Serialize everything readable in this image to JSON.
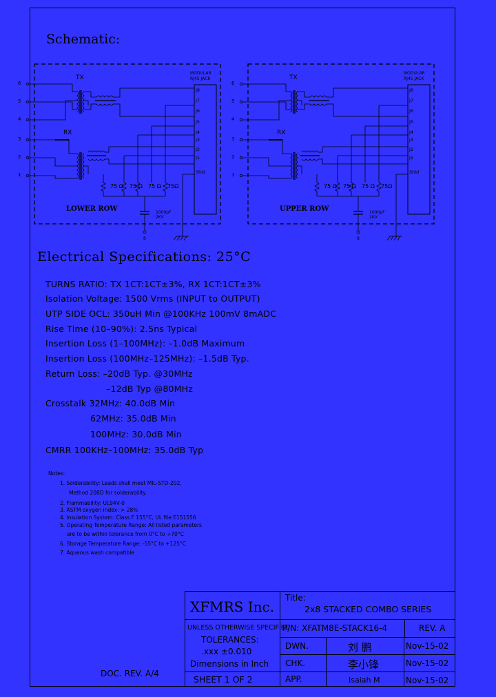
{
  "schematic_title": "Schematic:",
  "circuits": [
    {
      "tx_label": "TX",
      "rx_label": "RX",
      "jack_label_1": "MODULAR",
      "jack_label_2": "RJ45 JACK",
      "pins_left": [
        "6",
        "5",
        "4",
        "3",
        "2",
        "1"
      ],
      "jack_pins": [
        "J8",
        "J7",
        "J6",
        "J5",
        "J4",
        "J3",
        "J2",
        "J1",
        "Shld"
      ],
      "resistors": [
        "75 Ω",
        "75 Ω",
        "75 Ω",
        "75Ω"
      ],
      "cap_1": "1000pF",
      "cap_2": "2KV",
      "ground_pin": "8",
      "row_label": "LOWER ROW"
    },
    {
      "tx_label": "TX",
      "rx_label": "RX",
      "jack_label_1": "MODULAR",
      "jack_label_2": "RJ45 JACK",
      "pins_left": [
        "6",
        "5",
        "4",
        "3",
        "2",
        "1"
      ],
      "jack_pins": [
        "J8",
        "J7",
        "J6",
        "J5",
        "J4",
        "J3",
        "J2",
        "J1",
        "Shld"
      ],
      "resistors": [
        "75 Ω",
        "75 Ω",
        "75 Ω",
        "75Ω"
      ],
      "cap_1": "1000pF",
      "cap_2": "2KV",
      "ground_pin": "8",
      "row_label": "UPPER ROW"
    }
  ],
  "elec_title": "Electrical Specifications: 25°C",
  "specs": [
    "TURNS RATIO: TX 1CT:1CT±3%, RX 1CT:1CT±3%",
    "Isolation Voltage:  1500 Vrms (INPUT to OUTPUT)",
    "UTP SIDE OCL: 350uH Min @100KHz 100mV 8mADC",
    "Rise Time (10–90%): 2.5ns Typical",
    "Insertion Loss (1–100MHz): –1.0dB Maximum",
    "Insertion Loss (100MHz–125MHz): –1.5dB Typ.",
    "Return Loss: –20dB Typ. @30MHz",
    "–12dB Typ @80MHz",
    "Crosstalk 32MHz: 40.0dB Min",
    "62MHz: 35.0dB Min",
    "100MHz: 30.0dB Min",
    "CMRR 100KHz–100MHz: 35.0dB Typ"
  ],
  "notes_title": "Notes:",
  "notes": [
    "1.  Solderability: Leads shall meet MIL-STD-202,",
    "Method 208D for solderability.",
    "2.  Flammability: UL94V-0",
    "3.  ASTM oxygen index: > 28%",
    "4.  Insulation System: Class F 155°C, UL file E151556",
    "5.  Operating Temperature Range: All listed parameters",
    "are to be within tolerance from 0°C to +70°C",
    "6.  Storage Temperature Range: -55°C to +125°C",
    "7.  Aqueous wash compatible"
  ],
  "title_block": {
    "company": "XFMRS Inc.",
    "title_label": "Title:",
    "title": "2x8 STACKED COMBO SERIES",
    "unless": "UNLESS OTHERWISE SPECIFIED",
    "tolerances": "TOLERANCES:",
    "tol_value": ".xxx ±0.010",
    "dimensions": "Dimensions in Inch",
    "pn": "P/N: XFATM8E-STACK16-4",
    "rev": "REV. A",
    "dwn": "DWN.",
    "dwn_name": "刘 鹏",
    "dwn_date": "Nov-15-02",
    "chk": "CHK.",
    "chk_name": "李小锋",
    "chk_date": "Nov-15-02",
    "app": "APP.",
    "app_name": "Isaiah M",
    "app_date": "Nov-15-02",
    "sheet": "SHEET 1 OF 2",
    "doc_rev": "DOC. REV. A/4"
  }
}
